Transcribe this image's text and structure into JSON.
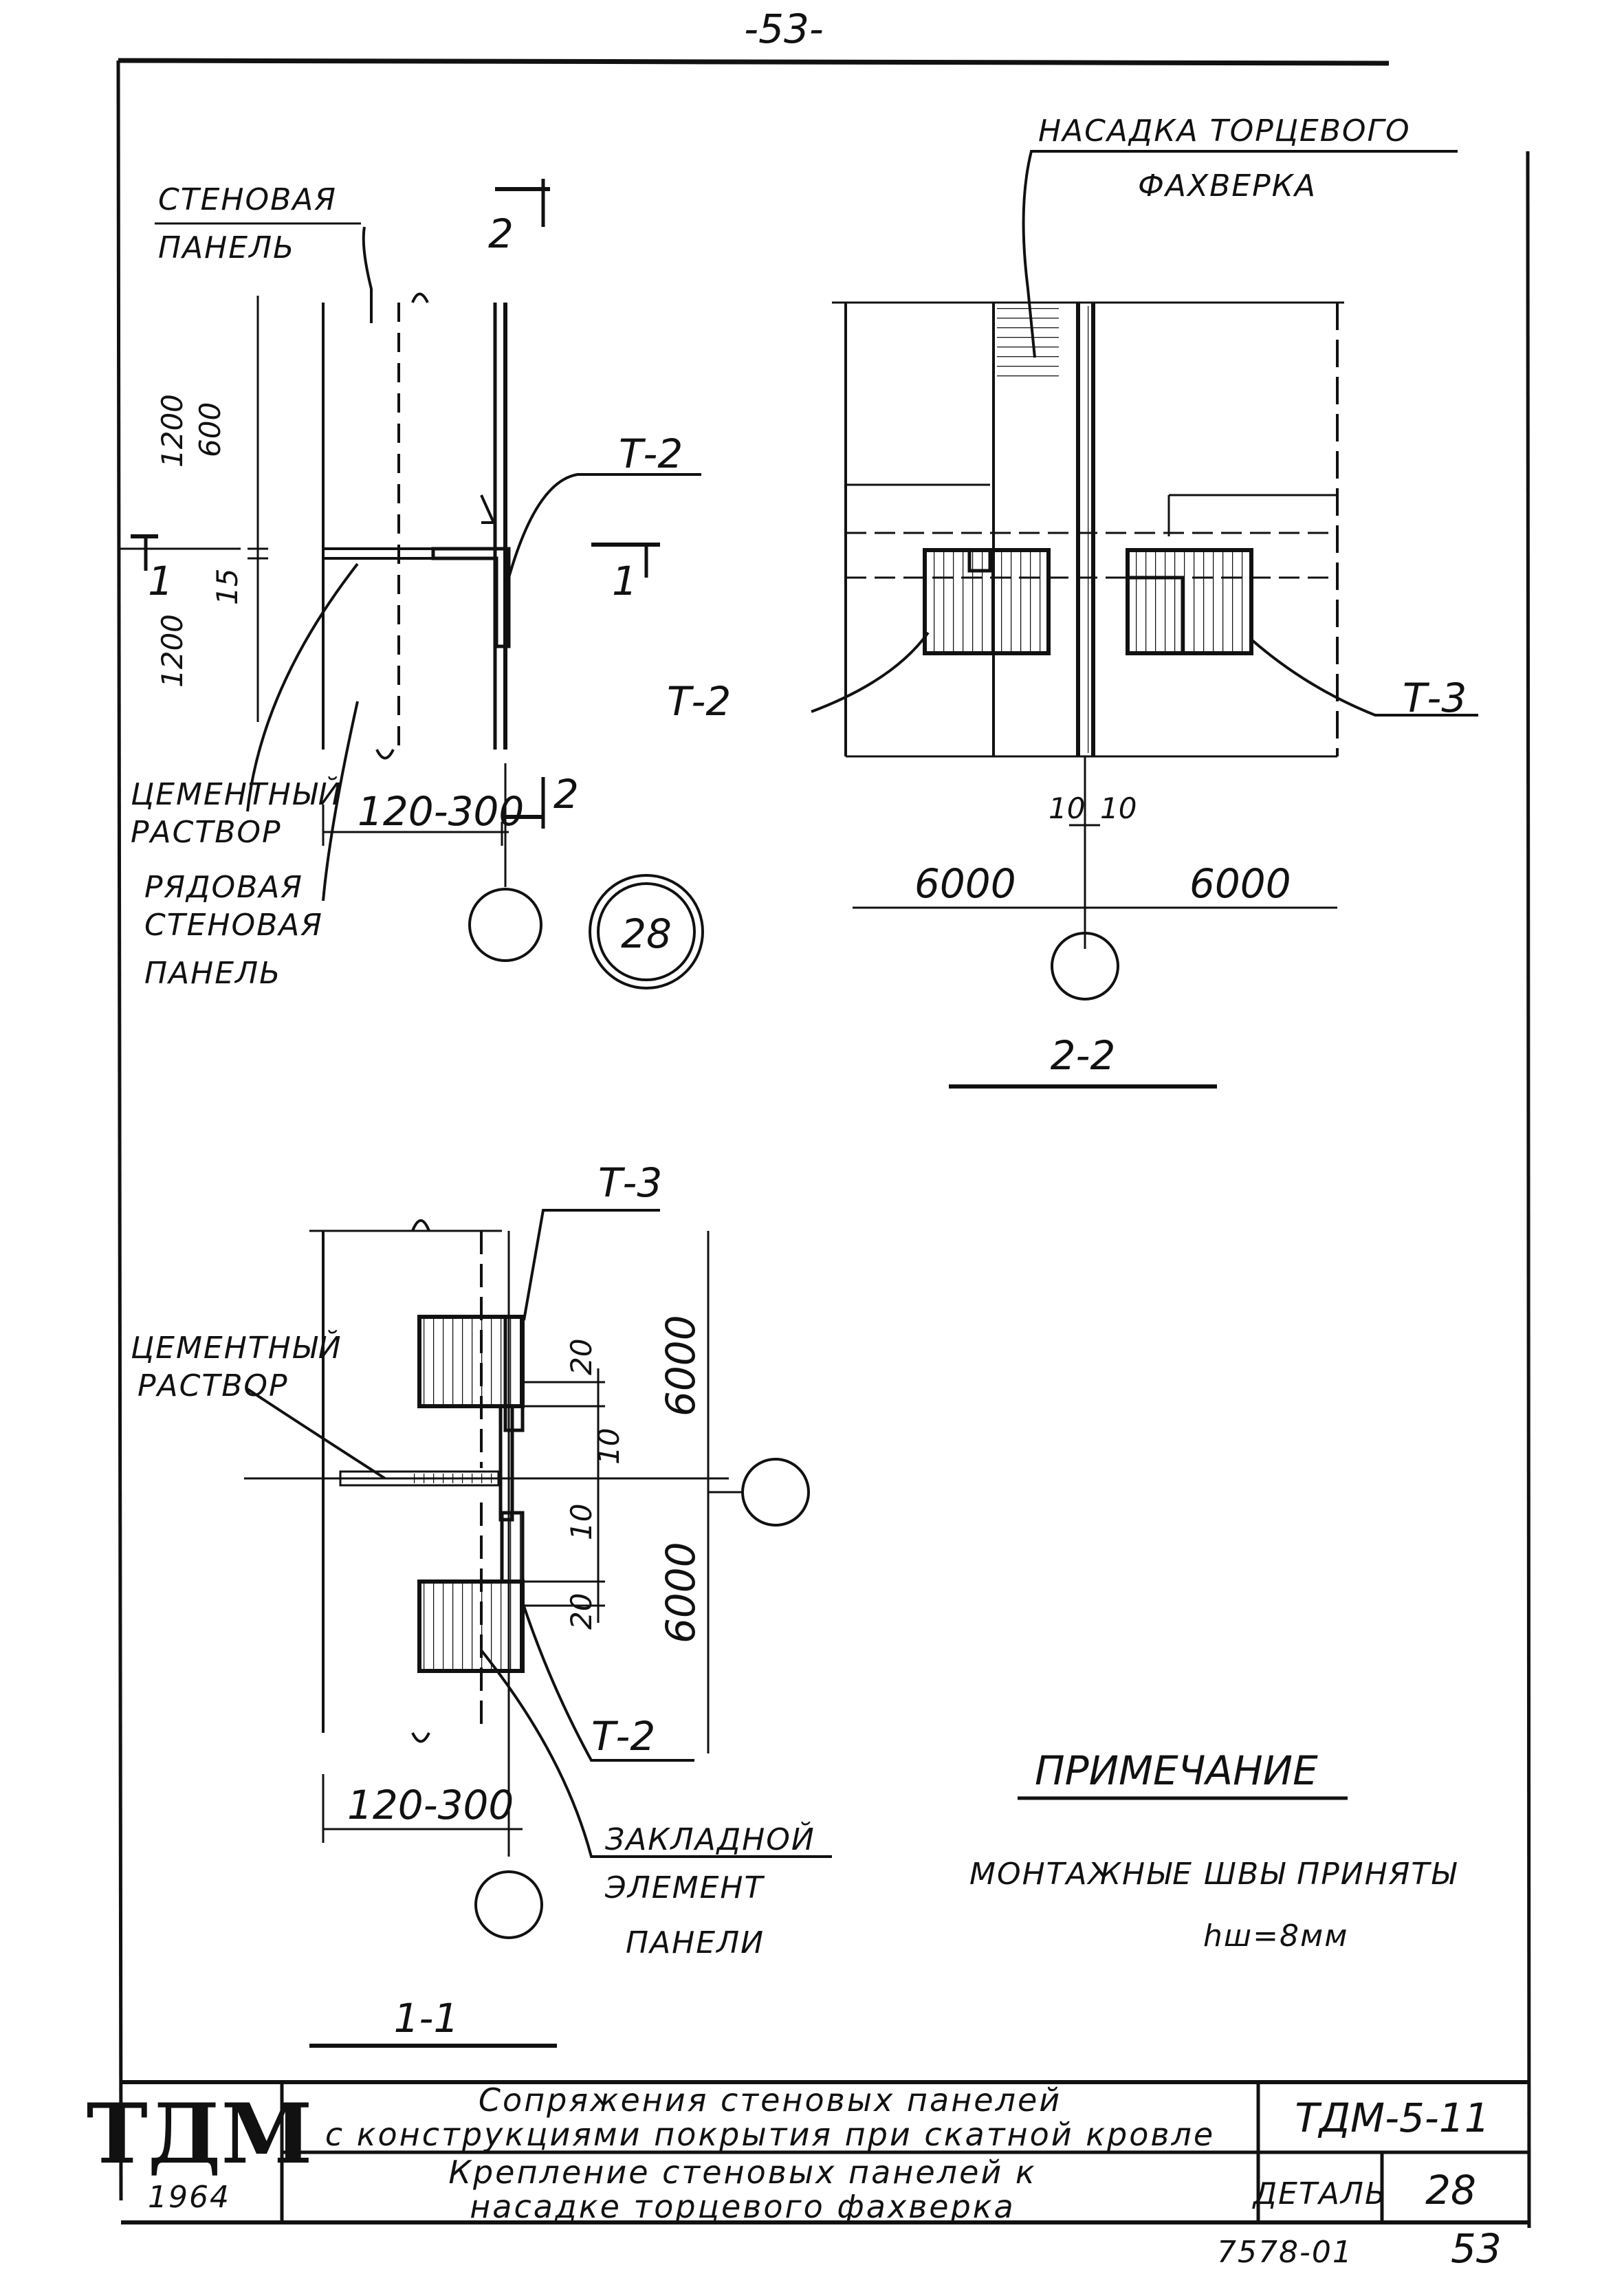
{
  "page_number_top": "-53-",
  "labels": {
    "wall_panel": "СТЕНОВАЯ ПАНЕЛЬ",
    "wall_panel_line1": "СТЕНОВАЯ",
    "wall_panel_line2": "ПАНЕЛЬ",
    "cement_mortar_line1": "ЦЕМЕНТНЫЙ",
    "cement_mortar_line2": "РАСТВОР",
    "row_panel_line1": "РЯДОВАЯ",
    "row_panel_line2": "СТЕНОВАЯ",
    "row_panel_line3": "ПАНЕЛЬ",
    "gable_top_line1": "НАСАДКА ТОРЦЕВОГО",
    "gable_top_line2": "ФАХВЕРКА",
    "embedded_line1": "ЗАКЛАДНОЙ",
    "embedded_line2": "ЭЛЕМЕНТ",
    "embedded_line3": "ПАНЕЛИ",
    "t2": "Т-2",
    "t3": "Т-3",
    "cut_1": "1",
    "cut_2": "2",
    "detail_no": "28"
  },
  "dimensions": {
    "d1200": "1200",
    "d600": "600",
    "d15": "15",
    "d120_300": "120-300",
    "d10": "10",
    "d20": "20",
    "d6000": "6000"
  },
  "sections": {
    "s22": "2-2",
    "s11": "1-1"
  },
  "note": {
    "heading": "ПРИМЕЧАНИЕ",
    "text": "МОНТАЖНЫЕ ШВЫ ПРИНЯТЫ",
    "weld": "hш=8мм"
  },
  "title_block": {
    "org": "ТДМ",
    "year": "1964",
    "title_line1": "Сопряжения стеновых панелей",
    "title_line2": "с конструкциями покрытия при скатной кровле",
    "subtitle_line1": "Крепление стеновых панелей к",
    "subtitle_line2": "насадке торцевого фахверка",
    "series": "ТДМ-5-11",
    "detail_label": "ДЕТАЛЬ",
    "detail_no": "28",
    "sheet_code": "7578-01",
    "sheet_no": "53"
  }
}
